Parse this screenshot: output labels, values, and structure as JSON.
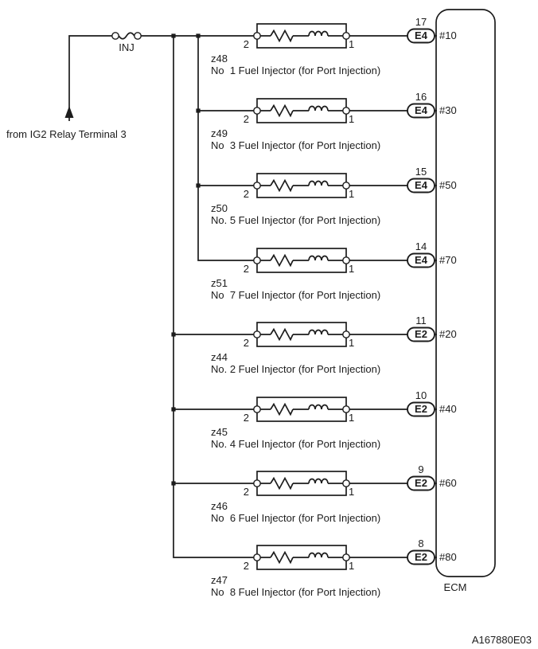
{
  "diagram": {
    "source_label": "from IG2 Relay Terminal 3",
    "fuse_label": "INJ",
    "ecm_label": "ECM",
    "figure_code": "A167880E03",
    "line_color": "#1c1c1c",
    "background_color": "#ffffff"
  },
  "injectors": [
    {
      "id": "z48",
      "description": "No  1 Fuel Injector (for Port Injection)",
      "terminal_left": "2",
      "terminal_right": "1",
      "pin_number": "17",
      "connector": "E4",
      "ecm_pin": "#10"
    },
    {
      "id": "z49",
      "description": "No  3 Fuel Injector (for Port Injection)",
      "terminal_left": "2",
      "terminal_right": "1",
      "pin_number": "16",
      "connector": "E4",
      "ecm_pin": "#30"
    },
    {
      "id": "z50",
      "description": "No. 5 Fuel Injector (for Port Injection)",
      "terminal_left": "2",
      "terminal_right": "1",
      "pin_number": "15",
      "connector": "E4",
      "ecm_pin": "#50"
    },
    {
      "id": "z51",
      "description": "No  7 Fuel Injector (for Port Injection)",
      "terminal_left": "2",
      "terminal_right": "1",
      "pin_number": "14",
      "connector": "E4",
      "ecm_pin": "#70"
    },
    {
      "id": "z44",
      "description": "No. 2 Fuel Injector (for Port Injection)",
      "terminal_left": "2",
      "terminal_right": "1",
      "pin_number": "11",
      "connector": "E2",
      "ecm_pin": "#20"
    },
    {
      "id": "z45",
      "description": "No. 4 Fuel Injector (for Port Injection)",
      "terminal_left": "2",
      "terminal_right": "1",
      "pin_number": "10",
      "connector": "E2",
      "ecm_pin": "#40"
    },
    {
      "id": "z46",
      "description": "No  6 Fuel Injector (for Port Injection)",
      "terminal_left": "2",
      "terminal_right": "1",
      "pin_number": "9",
      "connector": "E2",
      "ecm_pin": "#60"
    },
    {
      "id": "z47",
      "description": "No  8 Fuel Injector (for Port Injection)",
      "terminal_left": "2",
      "terminal_right": "1",
      "pin_number": "8",
      "connector": "E2",
      "ecm_pin": "#80"
    }
  ]
}
